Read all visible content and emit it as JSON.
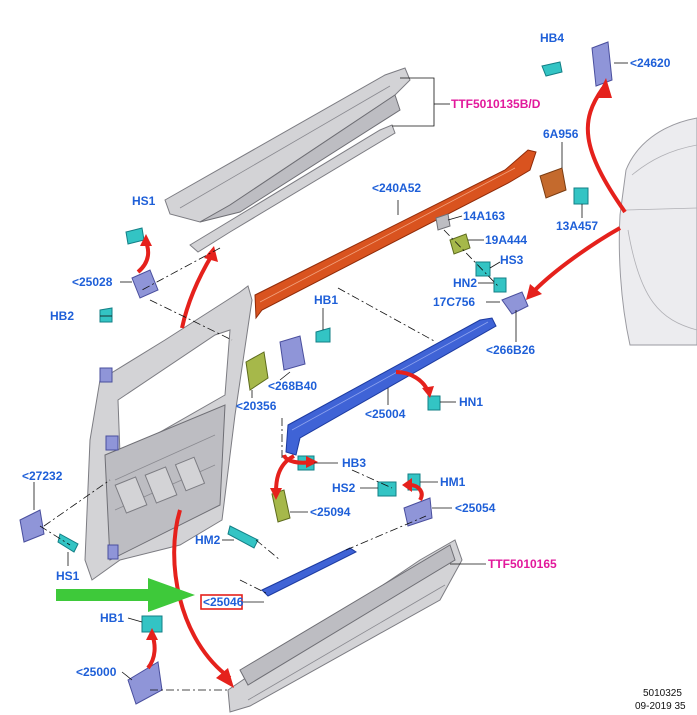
{
  "labels": {
    "hb4": "HB4",
    "p24620": "<24620",
    "ttf5010135": "TTF5010135B/D",
    "p6a956": "6A956",
    "p240a52": "<240A52",
    "hs1_top": "HS1",
    "p14a163": "14A163",
    "p13a457": "13A457",
    "p19a444": "19A444",
    "hs3": "HS3",
    "p25028": "<25028",
    "hn2": "HN2",
    "p17c756": "17C756",
    "hb1_mid": "HB1",
    "hb2": "HB2",
    "p266b26": "<266B26",
    "p268b40": "<268B40",
    "p20356": "<20356",
    "hn1": "HN1",
    "p25004": "<25004",
    "p27232": "<27232",
    "hb3": "HB3",
    "hm1": "HM1",
    "hs2": "HS2",
    "p25094": "<25094",
    "p25054": "<25054",
    "hm2": "HM2",
    "hs1_bottom": "HS1",
    "ttf5010165": "TTF5010165",
    "p25046": "<25046",
    "hb1_bottom": "HB1",
    "p25000": "<25000"
  },
  "footer": {
    "code": "5010325",
    "date": "09-2019 35"
  },
  "colors": {
    "label_blue": "#1e5fd8",
    "label_magenta": "#e2189b",
    "arrow_red": "#e5211c",
    "arrow_green": "#3ec93a",
    "highlight_box": "#e5211c"
  }
}
